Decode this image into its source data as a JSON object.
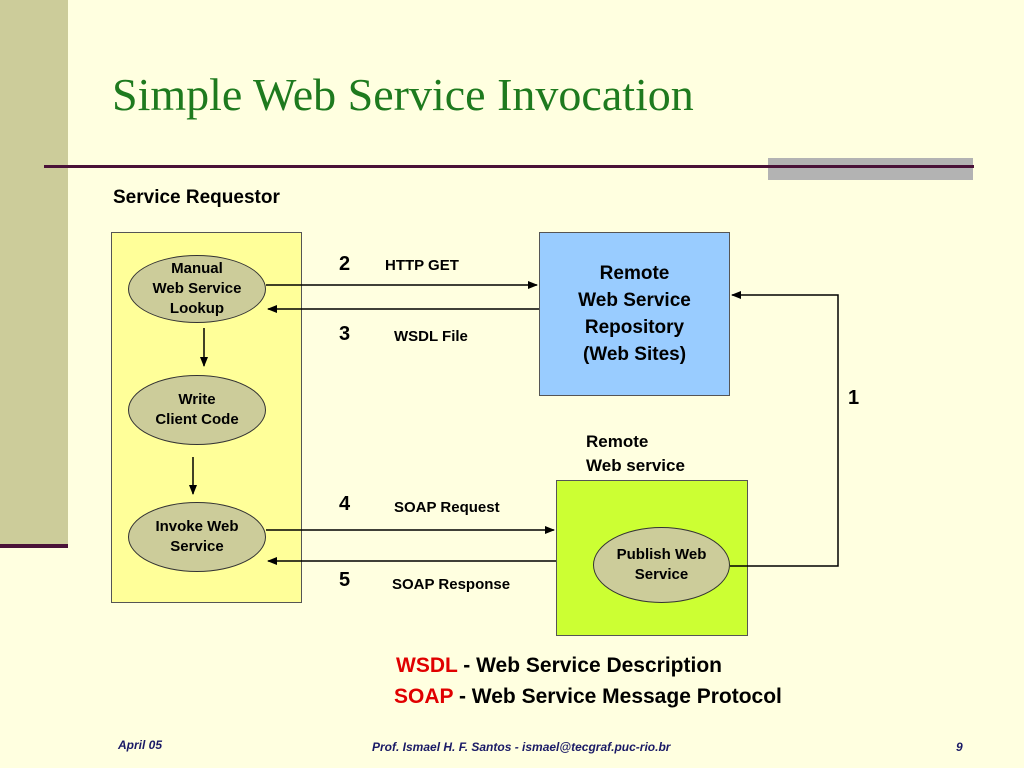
{
  "slide": {
    "title": "Simple Web Service Invocation",
    "requestor_label": "Service Requestor"
  },
  "nodes": {
    "lookup": "Manual\nWeb Service\nLookup",
    "write": "Write\nClient Code",
    "invoke": "Invoke Web\nService",
    "repository": "Remote\nWeb Service\nRepository\n(Web Sites)",
    "remote_ws": "Remote\nWeb service",
    "publish": "Publish Web\nService"
  },
  "steps": [
    {
      "number": "2",
      "label": "HTTP GET"
    },
    {
      "number": "3",
      "label": "WSDL File"
    },
    {
      "number": "4",
      "label": "SOAP Request"
    },
    {
      "number": "5",
      "label": "SOAP Response"
    },
    {
      "number": "1",
      "label": ""
    }
  ],
  "legend": [
    {
      "term": "WSDL",
      "desc": " - Web Service Description"
    },
    {
      "term": "SOAP",
      "desc": " -  Web Service Message Protocol"
    }
  ],
  "footer": {
    "date": "April 05",
    "author": "Prof. Ismael H. F. Santos -  ismael@tecgraf.puc-rio.br",
    "page": "9"
  },
  "colors": {
    "background": "#ffffe0",
    "title": "#1e7a1e",
    "requestor_box": "#ffff99",
    "repository_box": "#99ccff",
    "web_service_box": "#ccff33",
    "oval": "#cccc9a",
    "legend_term": "#e00000",
    "rule": "#4a1238",
    "footer_text": "#1a1a66"
  }
}
